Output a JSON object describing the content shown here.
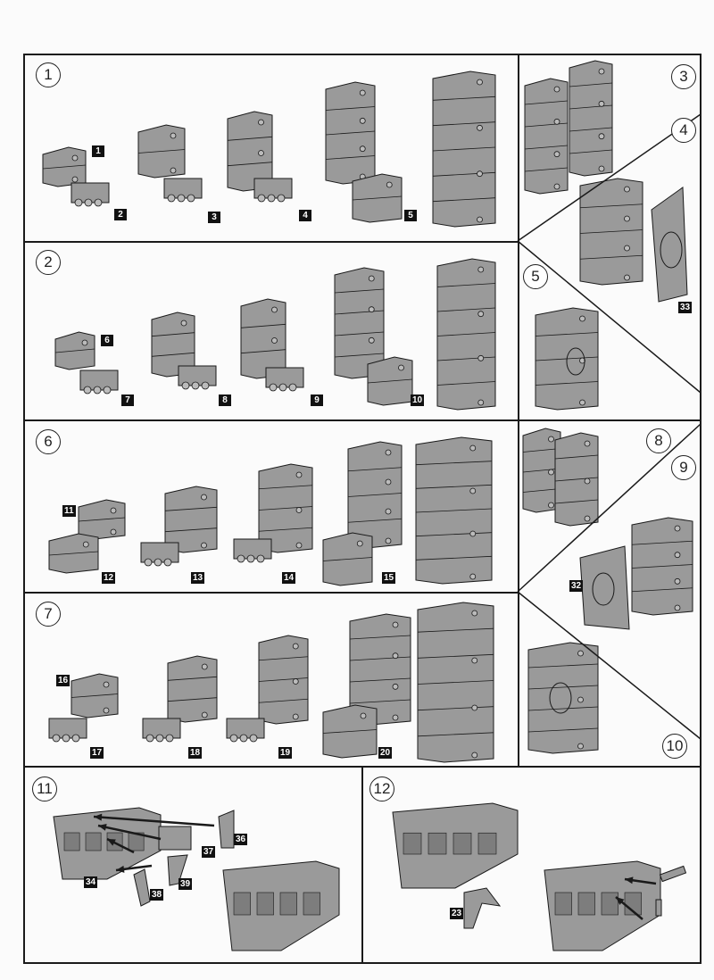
{
  "steps": [
    "1",
    "2",
    "3",
    "4",
    "5",
    "6",
    "7",
    "8",
    "9",
    "10",
    "11",
    "12"
  ],
  "parts": [
    "1",
    "2",
    "3",
    "4",
    "5",
    "6",
    "7",
    "8",
    "9",
    "10",
    "11",
    "12",
    "13",
    "14",
    "15",
    "16",
    "17",
    "18",
    "19",
    "20",
    "23",
    "32",
    "33",
    "34",
    "36",
    "37",
    "38",
    "39"
  ],
  "colors": {
    "part_fill": "#9a9a9a",
    "line": "#1a1a1a",
    "tag_bg": "#111111"
  }
}
